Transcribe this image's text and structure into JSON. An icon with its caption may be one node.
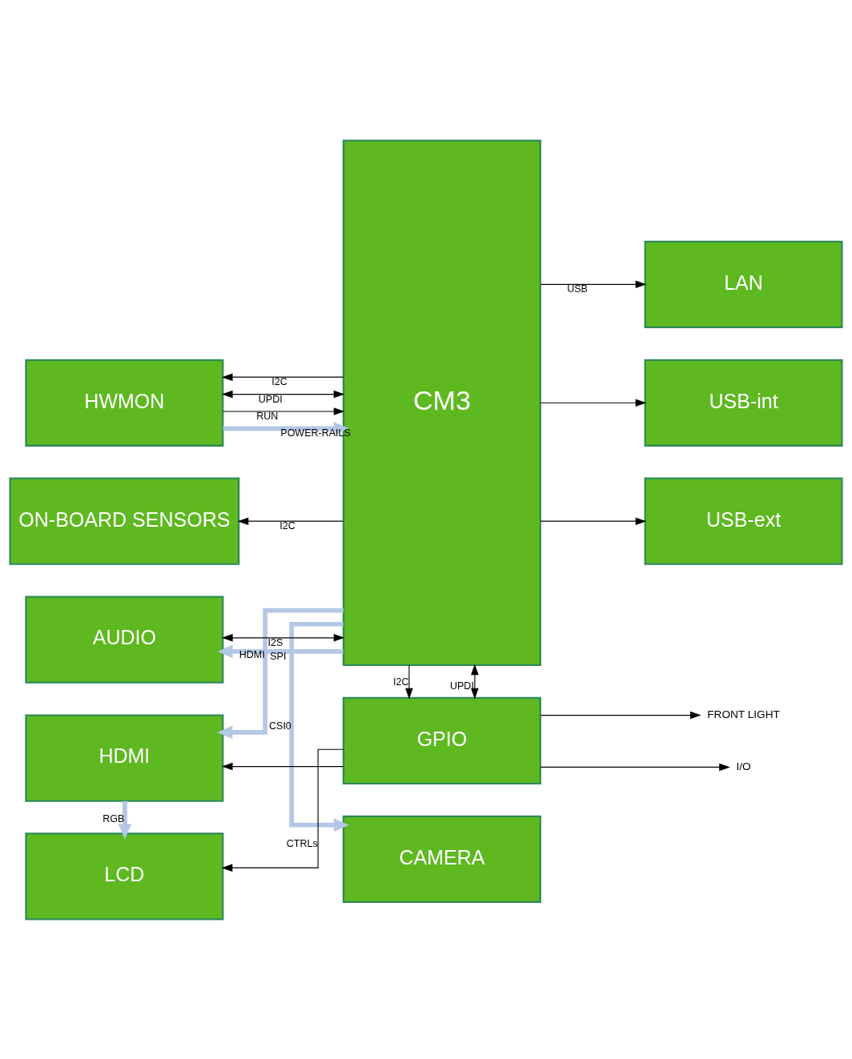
{
  "diagram": {
    "nodes": [
      {
        "text": [
          "CAMERA"
        ]
      },
      {
        "text": [
          "HWMON"
        ]
      },
      {
        "text": [
          "CM3"
        ]
      },
      {
        "text": [
          "LAN"
        ]
      },
      {
        "text": [
          "ON-BOARD SENSORS"
        ]
      },
      {
        "text": [
          "USB-int"
        ]
      },
      {
        "text": [
          "AUDIO"
        ]
      },
      {
        "text": [
          "USB-ext"
        ]
      },
      {
        "text": [
          "HDMI"
        ]
      },
      {
        "text": [
          "LCD"
        ]
      },
      {
        "text": [
          "GPIO"
        ]
      },
      {
        "text": [
          "FRONT LIGHT"
        ]
      },
      {
        "text": [
          "I/O"
        ]
      }
    ],
    "edges": [
      {
        "from": 2,
        "to": 0,
        "arrow": "to",
        "label": "CSI0",
        "style": "thick",
        "color": "#b4c7e7"
      },
      {
        "from": 1,
        "to": 2,
        "arrow": "to",
        "label": "POWER-RAILS",
        "style": "thick",
        "color": "#b4c7e7"
      },
      {
        "from": 2,
        "to": 1,
        "arrow": "to",
        "label": "I2C"
      },
      {
        "from": 1,
        "to": 2,
        "arrow": "to",
        "label": "RUN"
      },
      {
        "from": 1,
        "to": 2,
        "arrow": "both",
        "label": "UPDI"
      },
      {
        "from": 2,
        "to": 4,
        "arrow": "to",
        "label": "I2C"
      },
      {
        "from": 2,
        "to": 6,
        "arrow": "to",
        "label": "SPI",
        "style": "thick",
        "color": "#b4c7e7"
      },
      {
        "from": 6,
        "to": 2,
        "arrow": "both",
        "label": "I2S"
      },
      {
        "from": 2,
        "to": 8,
        "arrow": "to",
        "label": "HDMI",
        "style": "thick",
        "color": "#b4c7e7"
      },
      {
        "from": 10,
        "to": 8,
        "arrow": "to"
      },
      {
        "from": 8,
        "to": 9,
        "arrow": "to",
        "label": "RGB",
        "style": "thick",
        "color": "#b4c7e7"
      },
      {
        "from": 2,
        "to": 10,
        "arrow": "to",
        "label": "I2C"
      },
      {
        "from": 2,
        "to": 10,
        "arrow": "both",
        "label": "UPDI"
      },
      {
        "from": 10,
        "to": 9,
        "arrow": "to",
        "label": "CTRLs"
      },
      {
        "from": 2,
        "to": 3,
        "arrow": "to",
        "label": "USB"
      },
      {
        "from": 2,
        "to": 5,
        "arrow": "to"
      },
      {
        "from": 2,
        "to": 7,
        "arrow": "to"
      },
      {
        "from": 10,
        "to": 11,
        "arrow": "to"
      },
      {
        "from": 10,
        "to": 12,
        "arrow": "to"
      }
    ]
  }
}
